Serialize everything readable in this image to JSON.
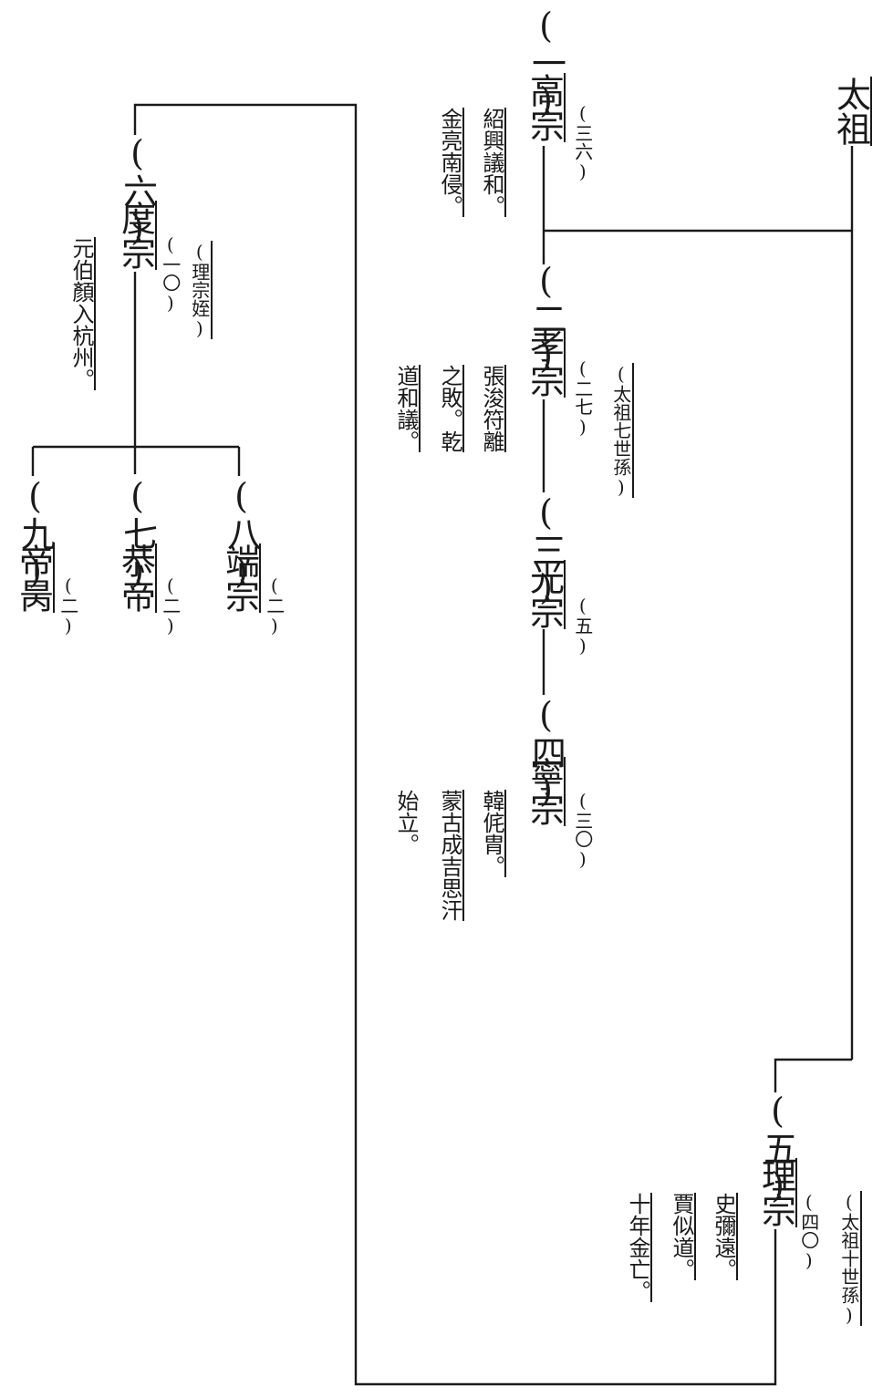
{
  "founder": {
    "name": "太祖"
  },
  "emperors": [
    {
      "order": "(一)",
      "name": "高宗",
      "reign": "(三六)",
      "notes": [
        "紹興議和。",
        "金亮南侵。"
      ]
    },
    {
      "order": "(二)",
      "name": "孝宗",
      "reign": "(二七)",
      "relation": "(太祖七世孫)",
      "notes": [
        "張浚符離",
        "之敗。乾",
        "道和議。"
      ]
    },
    {
      "order": "(三)",
      "name": "光宗",
      "reign": "(五)"
    },
    {
      "order": "(四)",
      "name": "寧宗",
      "reign": "(三〇)",
      "notes": [
        "韓侂胄。",
        "蒙古成吉思汗",
        "始立。"
      ]
    },
    {
      "order": "(五)",
      "name": "理宗",
      "reign": "(四〇)",
      "relation": "(太祖十世孫)",
      "notes": [
        "史彌遠。",
        "賈似道。",
        "十年金亡。"
      ]
    },
    {
      "order": "(六)",
      "name": "度宗",
      "reign": "(一〇)",
      "relation": "(理宗姪)",
      "notes": [
        "元伯顏入杭州。"
      ]
    },
    {
      "order": "(七)",
      "name": "恭帝",
      "reign": "(二)"
    },
    {
      "order": "(八)",
      "name": "端宗",
      "reign": "(二)"
    },
    {
      "order": "(九)",
      "name": "帝昺",
      "reign": "(二)"
    }
  ]
}
